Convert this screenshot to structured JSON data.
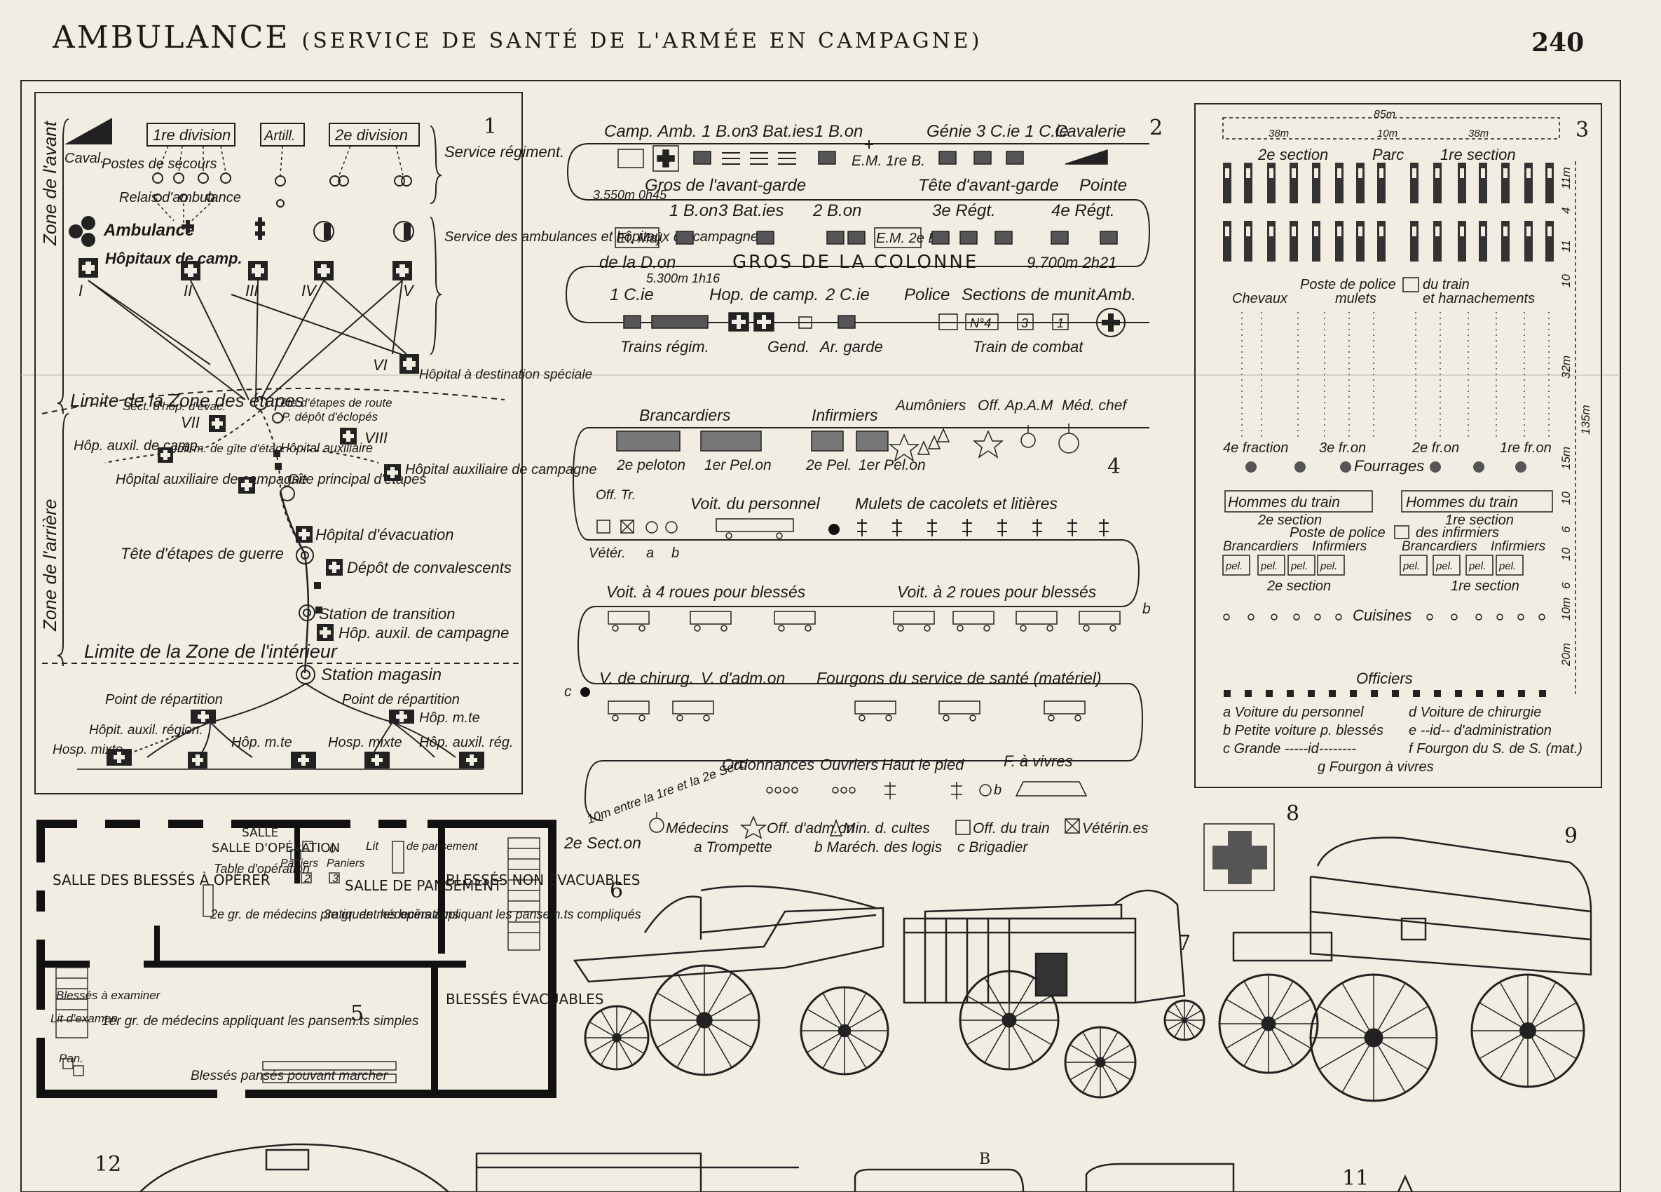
{
  "header": {
    "title": "AMBULANCE",
    "subtitle": "(SERVICE DE SANTÉ DE L'ARMÉE EN CAMPAGNE)",
    "page": "240"
  },
  "figures": {
    "fig1": {
      "number": "1",
      "divisions": [
        "1re division",
        "Artill.",
        "2e division"
      ],
      "cavalry": "Caval.",
      "left_labels": [
        "Postes de secours",
        "Relais d'ambulance",
        "Ambulance",
        "Hôpitaux de camp."
      ],
      "right_labels": [
        "Service régiment.",
        "Service des ambulances et hôpitaux de campagne"
      ],
      "roman": [
        "I",
        "II",
        "III",
        "IV",
        "V",
        "VI",
        "VII",
        "VIII"
      ],
      "zones": [
        "Zone de l'avant",
        "Zone de l'arrière"
      ],
      "limit_etapes": "Limite de la Zone des étapes",
      "hop_special": "Hôpital à destination spéciale",
      "sect_hop": "Sect. d'hôp. d'évac.",
      "tete_route": "Tête d'étapes de route",
      "depot_eclopes": "P. dépôt d'éclopés",
      "hop_aux_camp": "Hôp. auxil. de camp.",
      "infirm_gite": "Infirm. de gîte d'étap.",
      "hopital_aux": "Hôpital auxiliaire",
      "hop_aux_campagne_l": "Hôpital auxiliaire de campagne",
      "hop_aux_campagne_r": "Hôpital auxiliaire de campagne",
      "gite": "Gîte principal d'étapes",
      "hop_evac": "Hôpital d'évacuation",
      "tete_guerre": "Tête d'étapes de guerre",
      "depot_conv": "Dépôt de convalescents",
      "station_trans": "Station de transition",
      "hop_aux_camp2": "Hôp. auxil. de campagne",
      "limit_interieur": "Limite de la Zone de l'intérieur",
      "station_mag": "Station magasin",
      "repartition": [
        "Point de répartition",
        "Point de répartition"
      ],
      "bottom": [
        "Hôp. m.te",
        "Hôpit. auxil. région.",
        "Hosp. mixte",
        "Hôp. m.te",
        "Hosp. mixte",
        "Hôp. auxil. rég."
      ]
    },
    "fig2": {
      "number": "2",
      "row1": [
        "Camp. Amb. 1 B.on",
        "3 Bat.ies",
        "1 B.on",
        "Génie 3 C.ie 1 C.ie",
        "Cavalerie"
      ],
      "row1b": [
        "Gros de l'avant-garde",
        "Tête d'avant-garde",
        "Pointe"
      ],
      "row1c": [
        "E.M. 1re B."
      ],
      "dist1": "3.550m 0h45",
      "row2": [
        "1 B.on",
        "3 Bat.ies",
        "2 B.on",
        "3e Régt.",
        "4e Régt."
      ],
      "row2b": [
        "Et. Maj.",
        "E.M. 2e B."
      ],
      "row2c": [
        "de la D.on",
        "GROS DE LA COLONNE",
        "9.700m 2h21"
      ],
      "dist2": "5.300m 1h16",
      "row3": [
        "1 C.ie",
        "Hop. de camp.",
        "2 C.ie",
        "Police",
        "Sections de munit.",
        "Amb."
      ],
      "row3b": [
        "N°4",
        "3",
        "1"
      ],
      "row4": [
        "Trains régim.",
        "Gend.",
        "Ar. garde",
        "Train de combat"
      ]
    },
    "fig3": {
      "number": "3",
      "dims": [
        "85m",
        "38m",
        "10m",
        "38m"
      ],
      "sections": [
        "2e section",
        "Parc",
        "1re section"
      ],
      "labels": [
        "Chevaux",
        "Poste de police",
        "du train",
        "mulets",
        "et harnachements"
      ],
      "fractions": [
        "4e fraction",
        "3e fr.on",
        "2e fr.on",
        "1re fr.on"
      ],
      "fourrages": "Fourrages",
      "hommes": [
        "Hommes du train",
        "Hommes du train"
      ],
      "sections2": [
        "2e section",
        "Poste de police",
        "1re section",
        "des infirmiers"
      ],
      "brancard": [
        "Brancardiers",
        "Infirmiers",
        "Brancardiers",
        "Infirmiers"
      ],
      "pel": [
        "pel.",
        "pel.",
        "pel.",
        "pel.",
        "pel.",
        "pel.",
        "pel.",
        "pel."
      ],
      "sect_bottom": [
        "2e section",
        "1re section"
      ],
      "cuisines": "Cuisines",
      "officiers": "Officiers",
      "right_dims": [
        "11m",
        "4",
        "11",
        "10",
        "32m",
        "135m",
        "15m",
        "10",
        "6",
        "10",
        "6",
        "10m",
        "20m"
      ],
      "legend": [
        "a Voiture du personnel",
        "d Voiture de chirurgie",
        "b Petite voiture p. blessés",
        "e --id-- d'administration",
        "c Grande -----id--------",
        "f Fourgon du S. de S. (mat.)",
        "g Fourgon à vivres"
      ]
    },
    "fig4": {
      "number": "4",
      "top": [
        "Brancardiers",
        "Infirmiers",
        "Aumôniers",
        "Off. Ap.",
        "A.M",
        "Méd. chef"
      ],
      "peloton": [
        "2e peloton",
        "1er Pel.on",
        "2e Pel.",
        "1er Pel.on"
      ],
      "row2": [
        "Off. Tr.",
        "Voit. du personnel",
        "Mulets de cacolets et litières"
      ],
      "vet": [
        "Vétér.",
        "a",
        "b"
      ],
      "row3": [
        "Voit. à 4 roues pour blessés",
        "Voit. à 2 roues pour blessés",
        "b"
      ],
      "row4": [
        "V. de chirurg.",
        "V. d'adm.on",
        "Fourgons du service de santé (matériel)",
        "c"
      ],
      "row5": [
        "Ordonnances",
        "Ouvriers",
        "Haut le pied",
        "F. à vivres",
        "b"
      ],
      "between": "10m entre la 1re et la 2e Sect.",
      "sect2": "2e Sect.on",
      "legend": [
        "Médecins",
        "Off. d'adm.on",
        "Min. d. cultes",
        "Off. du train",
        "Vétérin.es"
      ],
      "legend2": [
        "a Trompette",
        "b Maréch. des logis",
        "c Brigadier"
      ]
    },
    "fig5": {
      "number": "5",
      "rooms": [
        "SALLE D'OPÉRATION",
        "SALLE DES BLESSÉS À OPÉRER",
        "SALLE DE PANSEMENT",
        "BLESSÉS NON ÉVACUABLES",
        "BLESSÉS ÉVACUABLES"
      ],
      "items": [
        "Table d'opération",
        "Paniers",
        "Paniers",
        "Lit",
        "de pansement",
        "Blessés à examiner",
        "Lit d'examen",
        "Pan."
      ],
      "nums": [
        "0",
        "2",
        "3"
      ],
      "teams": [
        "2e gr. de médecins pratiquant les opérations",
        "3e gr. de médecins appliquant les pansem.ts compliqués",
        "1er gr. de médecins appliquant les pansem.ts simples"
      ],
      "walk": "Blessés pansés pouvant marcher"
    },
    "fig_numbers": [
      "6",
      "7",
      "8",
      "9",
      "11",
      "12",
      "B"
    ]
  }
}
